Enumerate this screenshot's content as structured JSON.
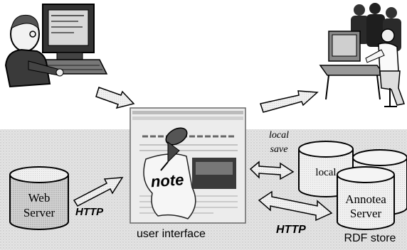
{
  "labels": {
    "web_server_line1": "Web",
    "web_server_line2": "Server",
    "http_left": "HTTP",
    "note": "note",
    "user_interface": "user interface",
    "local_save_line1": "local",
    "local_save_line2": "save",
    "local_store": "local",
    "annotea_line1": "Annotea",
    "annotea_line2": "Server",
    "http_right": "HTTP",
    "rdf_store": "RDF store"
  },
  "icons": [
    "user-at-computer-icon",
    "group-at-computer-icon",
    "browser-window-icon",
    "pushpin-icon",
    "database-icon"
  ]
}
